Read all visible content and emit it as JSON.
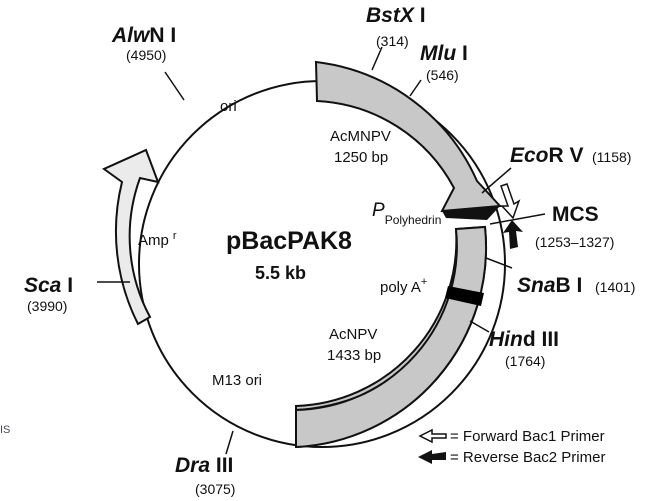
{
  "plasmid": {
    "name": "pBacPAK8",
    "size": "5.5 kb"
  },
  "sites": [
    {
      "id": "alwni",
      "italic": "Alw",
      "rest": "N I",
      "pos": "(4950)"
    },
    {
      "id": "bstxi",
      "italic": "BstX",
      "rest": " I",
      "pos": "(314)"
    },
    {
      "id": "mlui",
      "italic": "Mlu",
      "rest": " I",
      "pos": "(546)"
    },
    {
      "id": "ecorv",
      "italic": "Eco",
      "rest": "R V",
      "pos": "(1158)"
    },
    {
      "id": "snabi",
      "italic": "Sna",
      "rest": "B I",
      "pos": "(1401)"
    },
    {
      "id": "hindiii",
      "italic": "Hin",
      "rest": "d III",
      "pos": "(1764)"
    },
    {
      "id": "draiii",
      "italic": "Dra",
      "rest": " III",
      "pos": "(3075)"
    },
    {
      "id": "scai",
      "italic": "Sca",
      "rest": " I",
      "pos": "(3990)"
    }
  ],
  "mcs": {
    "label": "MCS",
    "range": "(1253–1327)"
  },
  "features": {
    "ori": "ori",
    "acmnpv_name": "AcMNPV",
    "acmnpv_size": "1250 bp",
    "promoter_p": "P",
    "promoter_sub": "Polyhedrin",
    "amp": "Amp",
    "amp_sup": "r",
    "polya": "poly A",
    "polya_sup": "+",
    "acnpv_name": "AcNPV",
    "acnpv_size": "1433 bp",
    "m13": "M13 ori"
  },
  "legend": {
    "forward": "= Forward Bac1 Primer",
    "reverse": "= Reverse Bac2 Primer"
  },
  "edge_text": "IS",
  "colors": {
    "insert_fill": "#c8c8c8",
    "amp_fill": "#ebebeb",
    "outline": "#111111",
    "polya_bar": "#000000"
  }
}
